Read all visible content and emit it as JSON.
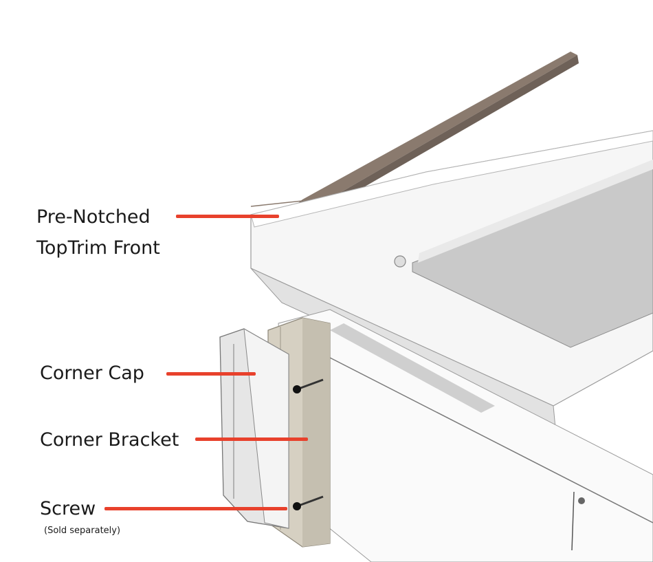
{
  "labels": {
    "top_trim_line1": "Pre-Notched",
    "top_trim_line2": "TopTrim Front",
    "corner_cap": "Corner Cap",
    "corner_bracket": "Corner Bracket",
    "screw": "Screw",
    "screw_note": "(Sold separately)"
  },
  "colors": {
    "leader_line": "#e8412c",
    "trim_brown": "#8a7a6e",
    "panel_white": "#f4f4f4",
    "liner_gray": "#c9c9c9",
    "bracket_beige": "#d6d0c2"
  }
}
